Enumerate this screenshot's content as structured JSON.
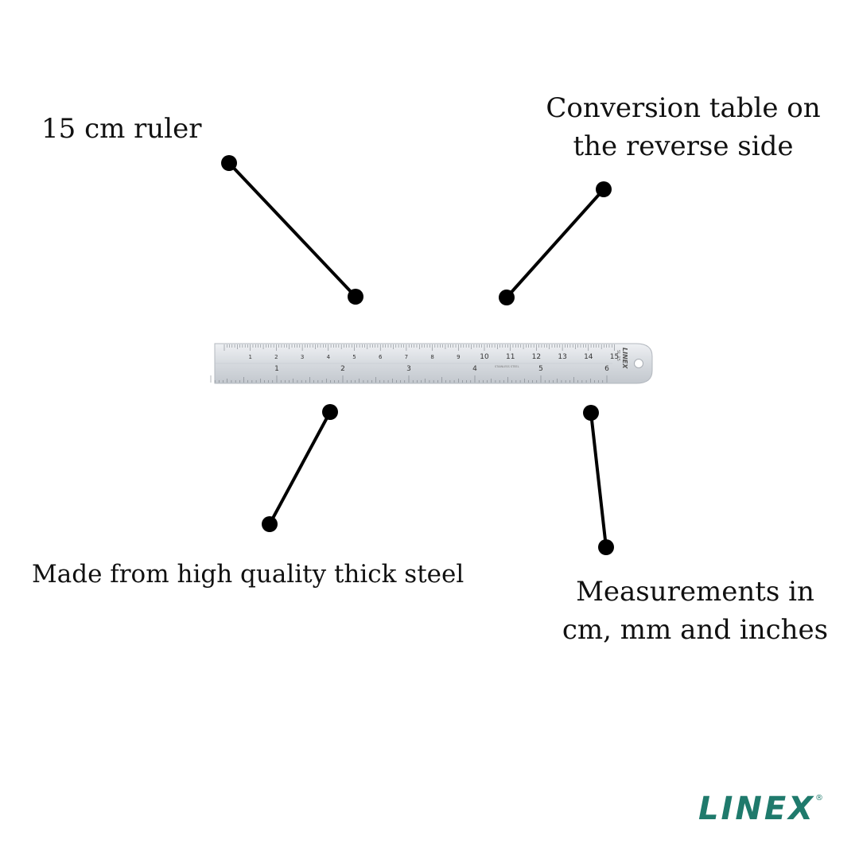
{
  "callouts": {
    "ruler": "15 cm ruler",
    "conversion_line1": "Conversion table on",
    "conversion_line2": "the reverse side",
    "steel": "Made from high quality thick steel",
    "measure_line1": "Measurements in",
    "measure_line2": "cm, mm and inches"
  },
  "ruler_labels": {
    "cm_numbers": [
      "1",
      "2",
      "3",
      "4",
      "5",
      "6",
      "7",
      "8",
      "9",
      "10",
      "11",
      "12",
      "13",
      "14",
      "15"
    ],
    "inch_numbers": [
      "1",
      "2",
      "3",
      "4",
      "5",
      "6"
    ],
    "brand": "LINEX",
    "model": "SL 15",
    "material": "STAINLESS STEEL"
  },
  "logo": {
    "text": "LINEX",
    "mark": "®"
  },
  "colors": {
    "brand": "#1f7a6c",
    "text": "#111111",
    "steel": "#d7dbe0"
  }
}
